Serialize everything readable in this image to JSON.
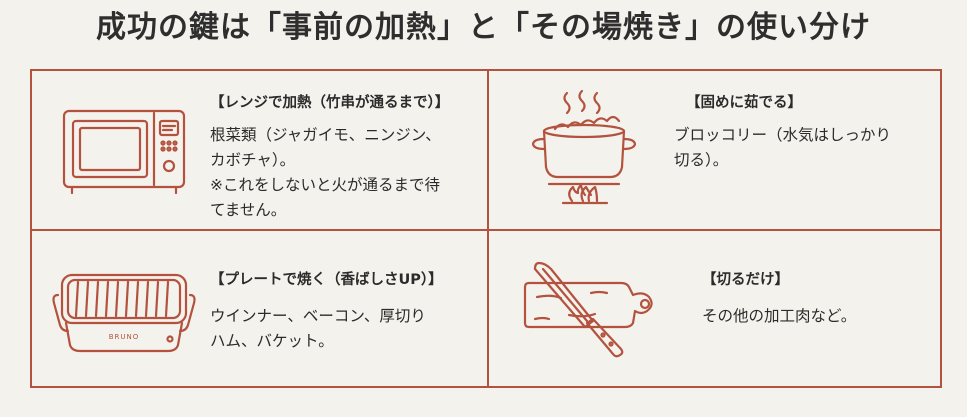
{
  "title": "成功の鍵は「事前の加熱」と「その場焼き」の使い分け",
  "colors": {
    "accent": "#b3533f",
    "background": "#f4f2ed",
    "text": "#2b2b2b"
  },
  "cells": [
    {
      "icon": "microwave-icon",
      "heading": "【レンジで加熱（竹串が通るまで）】",
      "body": "根菜類（ジャガイモ、ニンジン、\nカボチャ）。\n※これをしないと火が通るまで待\nてません。"
    },
    {
      "icon": "boiling-pot-icon",
      "heading": "【固めに茹でる】",
      "body": "ブロッコリー（水気はしっかり\n切る）。"
    },
    {
      "icon": "hot-plate-icon",
      "icon_label": "BRUNO",
      "heading": "【プレートで焼く（香ばしさUP）】",
      "body": "ウインナー、ベーコン、厚切り\nハム、バケット。"
    },
    {
      "icon": "knife-cutting-board-icon",
      "heading": "【切るだけ】",
      "body": "その他の加工肉など。"
    }
  ]
}
